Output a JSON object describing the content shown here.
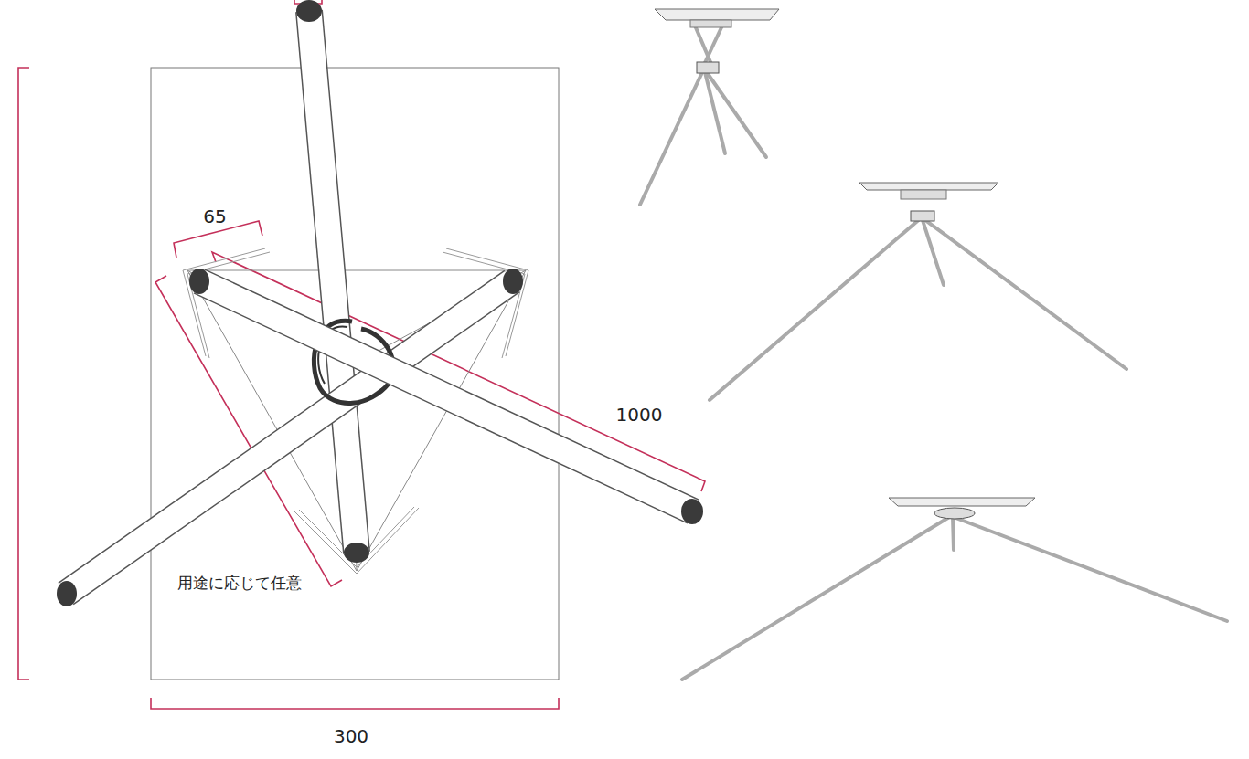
{
  "diagram": {
    "labels": [
      "65",
      "1000",
      "用途に応じて任意",
      "300"
    ]
  }
}
